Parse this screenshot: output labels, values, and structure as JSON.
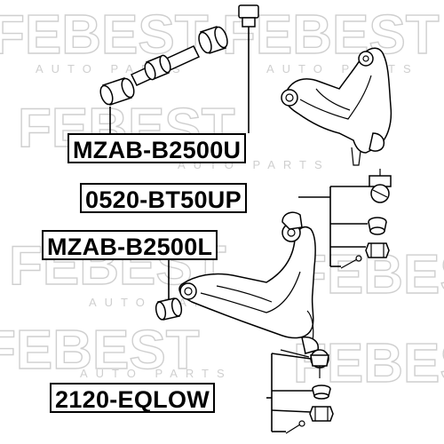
{
  "watermark": {
    "brand": "FEBEST",
    "sub": "AUTO PARTS"
  },
  "labels": {
    "upper_bushing": "MZAB-B2500U",
    "upper_ball_joint": "0520-BT50UP",
    "lower_bushing": "MZAB-B2500L",
    "lower_ball_joint": "2120-EQLOW"
  }
}
